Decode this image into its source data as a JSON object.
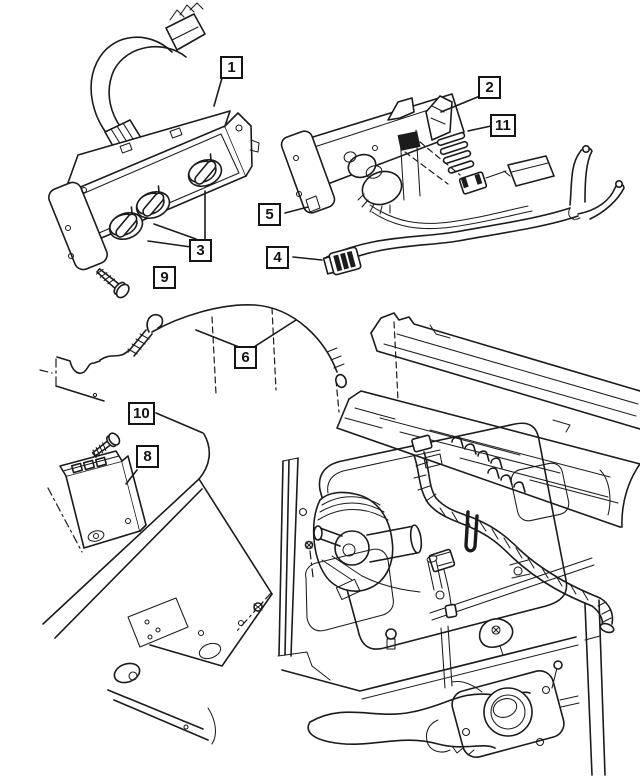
{
  "page": {
    "background_color": "#ffffff",
    "ink_color": "#1b1b1b",
    "kind": "exploded-parts-line-art-diagram"
  },
  "diagram": {
    "description": "Black-and-white exploded line-art diagram: two climate-control head units with wiring and vacuum harnesses at top, a routed control cable, a control module with mounting screws, and an engine-compartment / cowl illustration below",
    "callouts": [
      {
        "label": "1"
      },
      {
        "label": "2"
      },
      {
        "label": "3"
      },
      {
        "label": "4"
      },
      {
        "label": "5"
      },
      {
        "label": "6"
      },
      {
        "label": "8"
      },
      {
        "label": "9"
      },
      {
        "label": "10"
      },
      {
        "label": "11"
      }
    ]
  }
}
